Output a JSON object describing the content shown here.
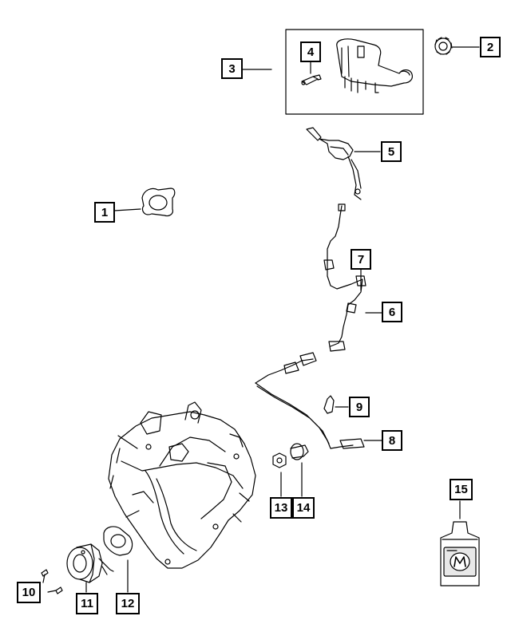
{
  "diagram": {
    "callouts": [
      {
        "id": "1",
        "label": "1"
      },
      {
        "id": "2",
        "label": "2"
      },
      {
        "id": "3",
        "label": "3"
      },
      {
        "id": "4",
        "label": "4"
      },
      {
        "id": "5",
        "label": "5"
      },
      {
        "id": "6",
        "label": "6"
      },
      {
        "id": "7",
        "label": "7"
      },
      {
        "id": "8",
        "label": "8"
      },
      {
        "id": "9",
        "label": "9"
      },
      {
        "id": "10",
        "label": "10"
      },
      {
        "id": "11",
        "label": "11"
      },
      {
        "id": "12",
        "label": "12"
      },
      {
        "id": "13",
        "label": "13"
      },
      {
        "id": "14",
        "label": "14"
      },
      {
        "id": "15",
        "label": "15"
      }
    ],
    "colors": {
      "line": "#000000",
      "background": "#ffffff"
    }
  }
}
